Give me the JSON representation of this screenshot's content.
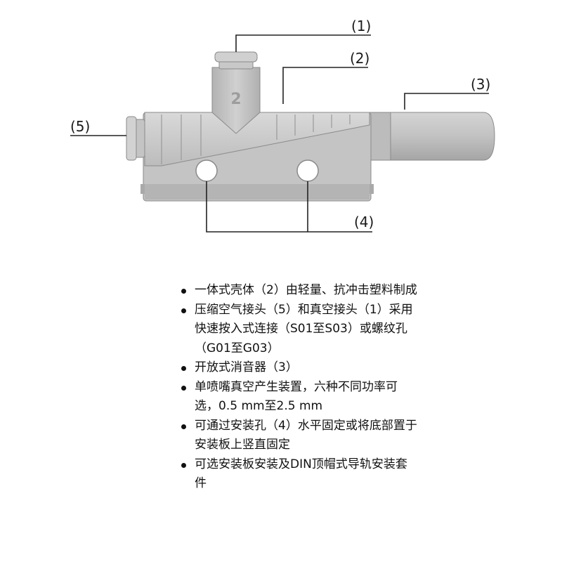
{
  "callouts": [
    {
      "id": "1",
      "label": "(1)"
    },
    {
      "id": "2",
      "label": "(2)"
    },
    {
      "id": "3",
      "label": "(3)"
    },
    {
      "id": "4",
      "label": "(4)"
    },
    {
      "id": "5",
      "label": "(5)"
    }
  ],
  "body_marking": "2",
  "features": [
    "一体式壳体（2）由轻量、抗冲击塑料制成",
    "压缩空气接头（5）和真空接头（1）采用快速按入式连接（S01至S03）或螺纹孔（G01至G03）",
    "开放式消音器（3）",
    "单喷嘴真空产生装置，六种不同功率可选，0.5 mm至2.5 mm",
    "可通过安装孔（4）水平固定或将底部置于安装板上竖直固定",
    "可选安装板安装及DIN顶帽式导轨安装套件"
  ],
  "colors": {
    "body": "#c6c6c6",
    "body_shadow": "#a9a9a9",
    "muffler": "#bdbdbd",
    "outline": "#8a8a8a"
  }
}
